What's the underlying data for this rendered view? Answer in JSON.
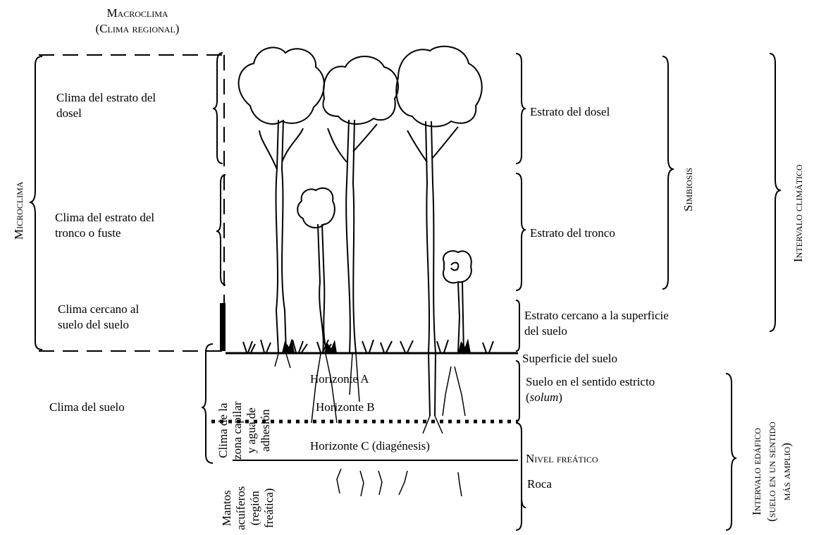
{
  "diagram": {
    "macroclima": {
      "line1": "Macroclima",
      "line2": "(Clima regional)"
    },
    "microclima": "Microclima",
    "left_labels": {
      "dosel": [
        "Clima del estrato del",
        "dosel"
      ],
      "tronco": [
        "Clima del estrato del",
        "tronco o fuste"
      ],
      "cercano": [
        "Clima cercano al",
        "suelo del suelo"
      ],
      "suelo": "Clima del suelo"
    },
    "capilar": [
      "Clima de la",
      "zona capilar",
      "y agua de",
      "adhesión"
    ],
    "mantos": [
      "Mantos",
      "acuíferos",
      "(región",
      "freática)"
    ],
    "horizons": {
      "a": "Horizonte A",
      "b": "Horizonte B",
      "c": "Horizonte C (diagénesis)"
    },
    "right_labels": {
      "dosel": "Estrato del dosel",
      "tronco": "Estrato del tronco",
      "cercano": [
        "Estrato cercano a la superficie",
        "del suelo"
      ],
      "superficie": "Superficie del suelo",
      "solum_line1": "Suelo en el sentido estricto",
      "solum_open": "(",
      "solum_word": "solum",
      "solum_close": ")",
      "nivel": "Nivel freático",
      "roca": "Roca"
    },
    "simbiosis": "Simbiosis",
    "intervalo_climatico": "Intervalo climático",
    "intervalo_edafico": [
      "Intervalo edáfico",
      "(suelo en un sentido",
      "más amplio)"
    ]
  }
}
